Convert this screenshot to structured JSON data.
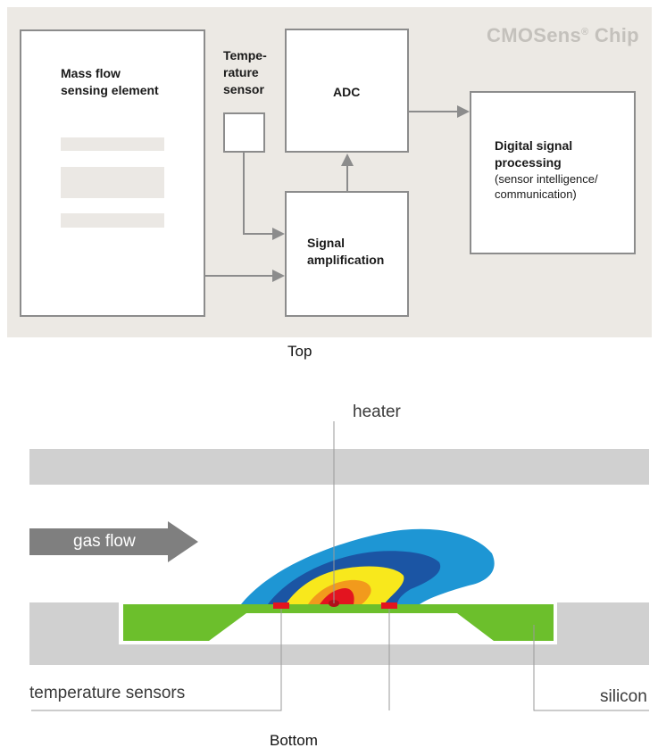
{
  "top": {
    "chip_title": "CMOSens",
    "chip_title_mark": "®",
    "chip_title_suffix": " Chip",
    "mass_flow_line1": "Mass flow",
    "mass_flow_line2": "sensing element",
    "temp_line1": "Tempe-",
    "temp_line2": "rature",
    "temp_line3": "sensor",
    "adc": "ADC",
    "signal_line1": "Signal",
    "signal_line2": "amplification",
    "dsp_line1": "Digital signal",
    "dsp_line2": "processing",
    "dsp_line3": "(sensor intelligence/",
    "dsp_line4": "communication)",
    "caption": "Top"
  },
  "bottom": {
    "heater": "heater",
    "gas_flow": "gas flow",
    "temperature_sensors": "temperature sensors",
    "silicon": "silicon",
    "caption": "Bottom"
  },
  "colors": {
    "panel": "#ece9e4",
    "box_border": "#8c8c8c",
    "arrow": "#8c8c8c",
    "channel": "#d0d0d0",
    "green": "#6cbf2c",
    "heat_blue": "#1e96d4",
    "heat_dark_blue": "#1b55a4",
    "heat_yellow": "#f8e81c",
    "heat_orange": "#f29a1c",
    "heat_red": "#e3141f"
  }
}
